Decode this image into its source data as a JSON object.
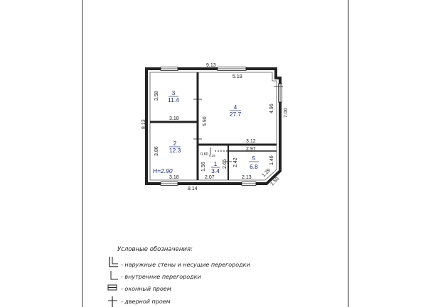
{
  "plan": {
    "height_label": "H=2.90",
    "rooms": [
      {
        "number": "3",
        "area": "11.4"
      },
      {
        "number": "4",
        "area": "27.7"
      },
      {
        "number": "2",
        "area": "12.3"
      },
      {
        "number": "1",
        "area": "3.4"
      },
      {
        "number": "5",
        "area": "6.8"
      }
    ],
    "dimensions": {
      "top_total": "9.13",
      "room4_top": "5.19",
      "left_total": "8.13",
      "right_total": "7.00",
      "room4_right": "4.96",
      "room3_height": "3.58",
      "room3_width": "3.18",
      "partition_height": "5.90",
      "room5_top": "3.12",
      "room5_inner": "2.97",
      "room5_side": "1.46",
      "diag_inner": "1.29",
      "diag_outer": "1.50",
      "room2_height": "3.86",
      "room2_width": "3.18",
      "hall_small_a": "0.60",
      "hall_small_b": "0.15",
      "hall_left": "1.56",
      "hall_mid_a": "2.65",
      "hall_mid_b": "2.42",
      "hall_bottom": "2.07",
      "room5_bottom": "2.13",
      "bottom_total": "8.14"
    }
  },
  "legend": {
    "title": "Условные обозначения:",
    "items": [
      {
        "text": "- наружные стены и несущие перегородки"
      },
      {
        "text": "- внутренние перегородки"
      },
      {
        "text": "- оконный проем"
      },
      {
        "text": "- дверной проем"
      }
    ]
  }
}
